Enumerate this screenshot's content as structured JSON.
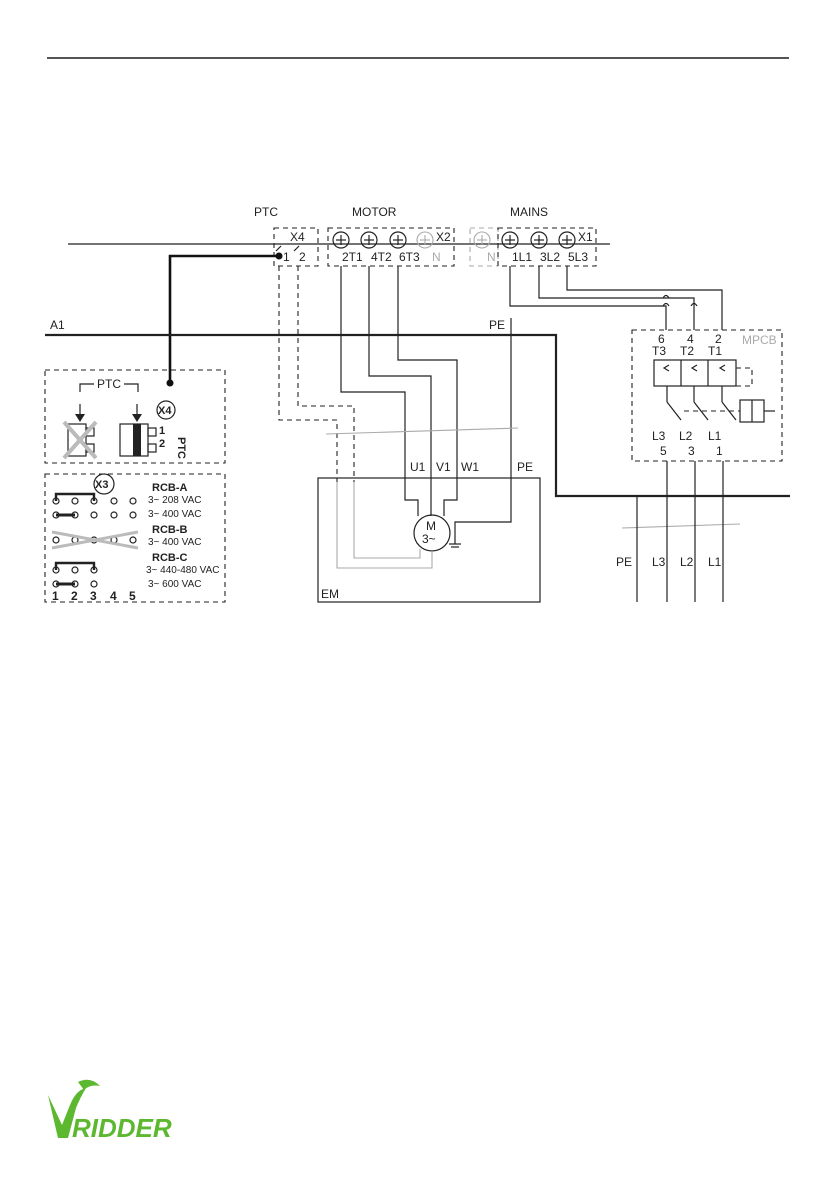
{
  "headers": {
    "ptc": "PTC",
    "motor": "MOTOR",
    "mains": "MAINS"
  },
  "connectors": {
    "x4": "X4",
    "x2": "X2",
    "x1": "X1",
    "x3": "X3"
  },
  "x4_terminals": [
    "1",
    "2"
  ],
  "motor_terminals": [
    "2T1",
    "4T2",
    "6T3",
    "N"
  ],
  "mains_terminals": [
    "N",
    "1L1",
    "3L2",
    "5L3"
  ],
  "bus": {
    "a1": "A1",
    "pe": "PE"
  },
  "mpcb": {
    "label": "MPCB",
    "top_numbers": [
      "6",
      "4",
      "2"
    ],
    "top_labels": [
      "T3",
      "T2",
      "T1"
    ],
    "bottom_labels": [
      "L3",
      "L2",
      "L1"
    ],
    "bottom_numbers": [
      "5",
      "3",
      "1"
    ]
  },
  "motor_box": {
    "label": "EM",
    "terminals": [
      "U1",
      "V1",
      "W1",
      "PE"
    ],
    "motor_symbol": "M",
    "motor_phase": "3~"
  },
  "supply_labels": [
    "PE",
    "L3",
    "L2",
    "L1"
  ],
  "ptc_panel": {
    "title": "PTC",
    "connector": "X4",
    "pins": [
      "1",
      "2"
    ],
    "side_label": "PTC"
  },
  "rcb_panel": {
    "connector": "X3",
    "rcb_a": {
      "title": "RCB-A",
      "lines": [
        "3~ 208 VAC",
        "3~ 400 VAC"
      ]
    },
    "rcb_b": {
      "title": "RCB-B",
      "lines": [
        "3~ 400 VAC"
      ]
    },
    "rcb_c": {
      "title": "RCB-C",
      "lines": [
        "3~ 440-480 VAC",
        "3~ 600 VAC"
      ]
    },
    "pins": [
      "1",
      "2",
      "3",
      "4",
      "5"
    ]
  },
  "logo": {
    "text": "RIDDER",
    "color": "#5cb82e"
  }
}
